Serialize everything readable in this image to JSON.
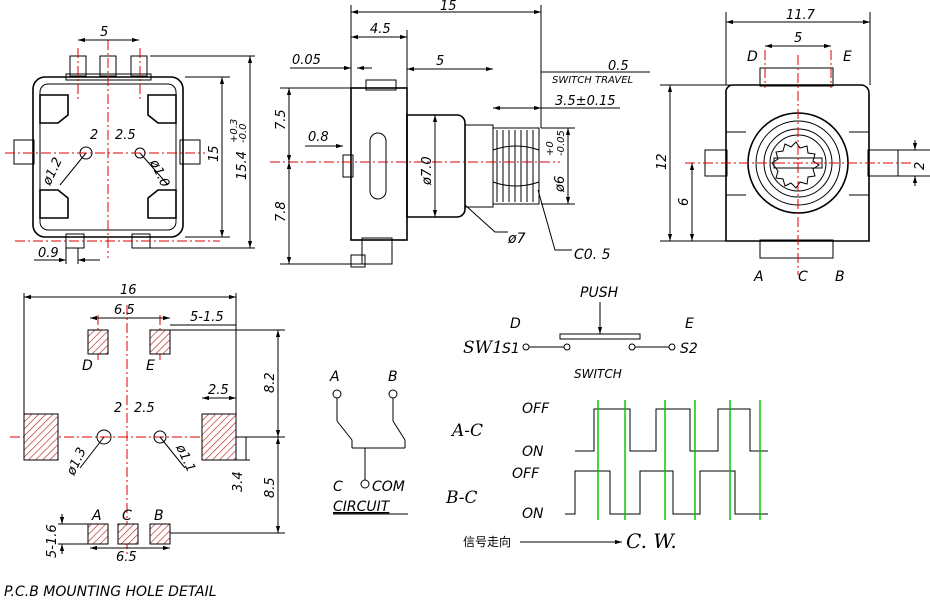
{
  "top_view": {
    "dim_top": "5",
    "dim_2": "2",
    "dim_25": "2.5",
    "dim_phi12": "ø1.2",
    "dim_phi10": "ø1.0",
    "dim_15": "15",
    "dim_154": "15.4",
    "tol_154_plus": "+0.3",
    "tol_154_minus": "-0.0",
    "dim_09": "0.9"
  },
  "side_view": {
    "dim_15": "15",
    "dim_45": "4.5",
    "dim_005": "0.05",
    "dim_5": "5",
    "dim_05": "0.5",
    "switch_travel": "SWITCH TRAVEL",
    "dim_35": "3.5±0.15",
    "dim_75": "7.5",
    "dim_08": "0.8",
    "dim_78": "7.8",
    "dim_phi70": "ø7.0",
    "dim_phi6": "ø6",
    "tol_phi6_plus": "+0",
    "tol_phi6_minus": "-0.05",
    "callout_phi7": "ø7",
    "callout_c05": "C0. 5"
  },
  "front_view": {
    "dim_117": "11.7",
    "dim_5": "5",
    "label_d": "D",
    "label_e": "E",
    "dim_12": "12",
    "dim_6": "6",
    "dim_2": "2",
    "label_a": "A",
    "label_c": "C",
    "label_b": "B"
  },
  "pcb": {
    "dim_16": "16",
    "dim_65": "6.5",
    "dim_515": "5-1.5",
    "label_d": "D",
    "label_e": "E",
    "dim_82": "8.2",
    "dim_25": "2.5",
    "dim_2": "2",
    "dim_25b": "2.5",
    "dim_phi13": "ø1.3",
    "dim_phi11": "ø1.1",
    "dim_34": "3.4",
    "dim_85": "8.5",
    "dim_516": "5-1.6",
    "label_a": "A",
    "label_c": "C",
    "label_b": "B",
    "dim_65b": "6.5",
    "caption": "P.C.B MOUNTING HOLE DETAIL"
  },
  "circuit": {
    "label_a": "A",
    "label_b": "B",
    "label_c": "C",
    "label_com": "COM",
    "caption": "CIRCUIT"
  },
  "switch": {
    "push": "PUSH",
    "label_d": "D",
    "label_e": "E",
    "sw1": "SW1",
    "s1": "S1",
    "s2": "S2",
    "caption": "SWITCH"
  },
  "timing": {
    "ac": "A-C",
    "bc": "B-C",
    "off": "OFF",
    "on": "ON",
    "direction": "信号走向",
    "cw": "C. W.",
    "colors": {
      "marker": "#00c000",
      "centerline": "#e00000"
    }
  }
}
